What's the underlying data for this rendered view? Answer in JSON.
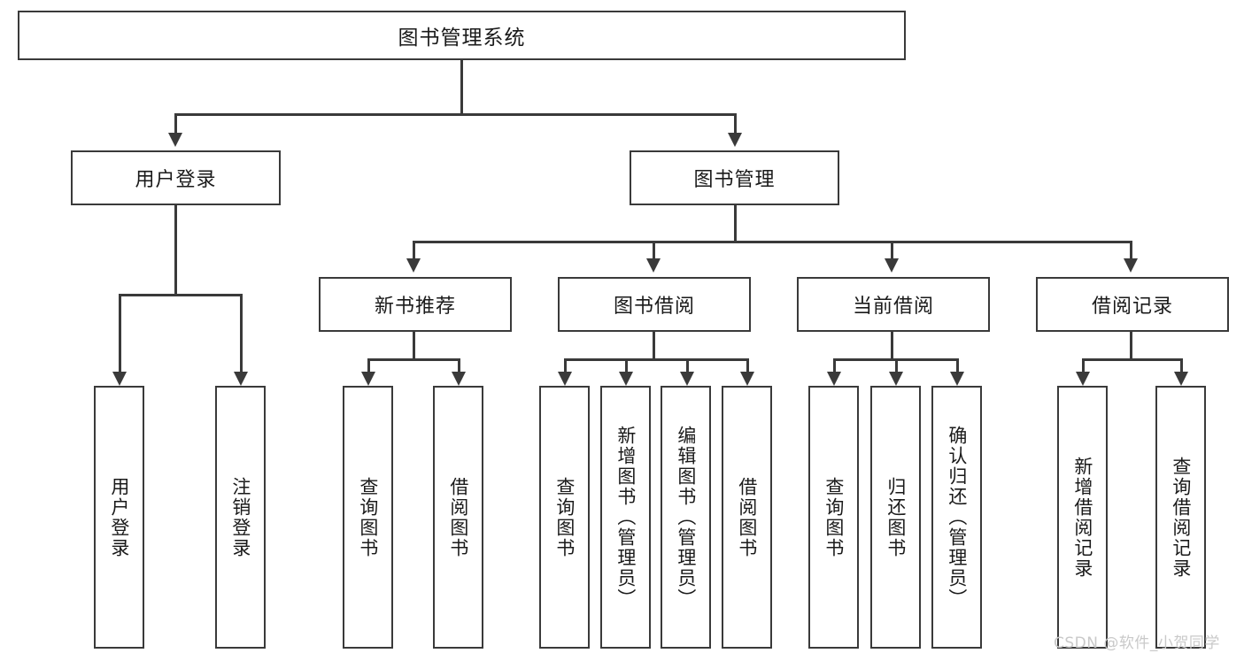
{
  "diagram": {
    "title": "图书管理系统",
    "watermark": "CSDN @软件_小贺同学",
    "line_color": "#3a3a3a",
    "background_color": "#ffffff",
    "text_color": "#1a1a1a",
    "watermark_color": "#c9c9c9"
  },
  "nodes": {
    "root": {
      "label": "图书管理系统"
    },
    "level2": [
      {
        "label": "用户登录"
      },
      {
        "label": "图书管理"
      }
    ],
    "level3": [
      {
        "label": "新书推荐"
      },
      {
        "label": "图书借阅"
      },
      {
        "label": "当前借阅"
      },
      {
        "label": "借阅记录"
      }
    ],
    "leaves": {
      "user_login": [
        {
          "label": "用户登录"
        },
        {
          "label": "注销登录"
        }
      ],
      "new_book_recommend": [
        {
          "label": "查询图书"
        },
        {
          "label": "借阅图书"
        }
      ],
      "book_borrow": [
        {
          "label": "查询图书"
        },
        {
          "label": "新增图书（管理员）"
        },
        {
          "label": "编辑图书（管理员）"
        },
        {
          "label": "借阅图书"
        }
      ],
      "current_borrow": [
        {
          "label": "查询图书"
        },
        {
          "label": "归还图书"
        },
        {
          "label": "确认归还（管理员）"
        }
      ],
      "borrow_record": [
        {
          "label": "新增借阅记录"
        },
        {
          "label": "查询借阅记录"
        }
      ]
    }
  }
}
